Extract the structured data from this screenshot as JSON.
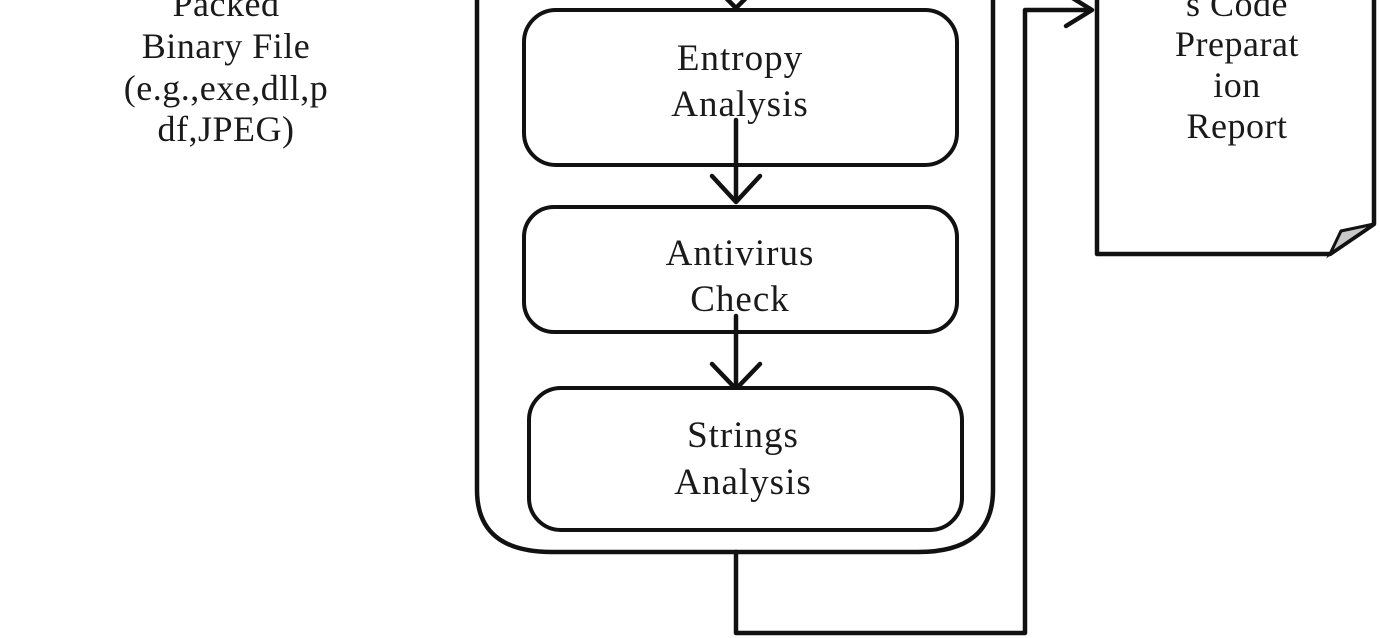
{
  "input_file": {
    "lines": [
      "Packed",
      "Binary File",
      "(e.g.,exe,dll,p",
      "df,JPEG)"
    ]
  },
  "steps": [
    {
      "lines": [
        "Entropy",
        "Analysis"
      ]
    },
    {
      "lines": [
        "Antivirus",
        "Check"
      ]
    },
    {
      "lines": [
        "Strings",
        "Analysis"
      ]
    }
  ],
  "report": {
    "lines": [
      "s Code",
      "Preparat",
      "ion",
      "Report"
    ]
  },
  "colors": {
    "stroke": "#111111",
    "fold": "#c8c8c8",
    "background": "#ffffff"
  }
}
